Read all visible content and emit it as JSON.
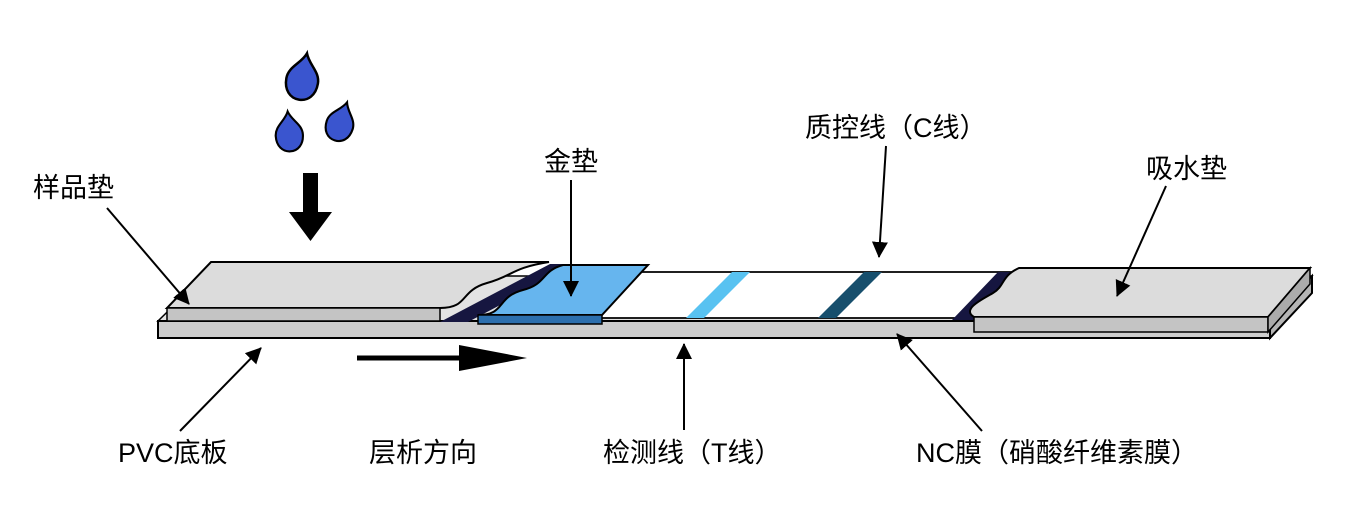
{
  "labels": {
    "sample_pad": "样品垫",
    "gold_pad": "金垫",
    "control_line": "质控线（C线）",
    "absorbent_pad": "吸水垫",
    "pvc_backing": "PVC底板",
    "flow_direction": "层析方向",
    "test_line": "检测线（T线）",
    "nc_membrane": "NC膜（硝酸纤维素膜）"
  },
  "colors": {
    "droplet": "#3a55cf",
    "gold_pad_top": "#66b5ee",
    "gold_pad_front": "#2c6fae",
    "test_line": "#58c2f1",
    "control_line": "#174f6d",
    "pad_top_gray": "#dcdcdc",
    "pad_front_gray": "#c4c4c4",
    "pad_side_gray": "#ababab",
    "base_top_gray": "#e3e3e3",
    "base_front_gray": "#cdcdcd",
    "base_side_gray": "#b5b5b5",
    "membrane_white": "#ffffff",
    "shadow_dark": "#161640",
    "ink": "#000000"
  }
}
